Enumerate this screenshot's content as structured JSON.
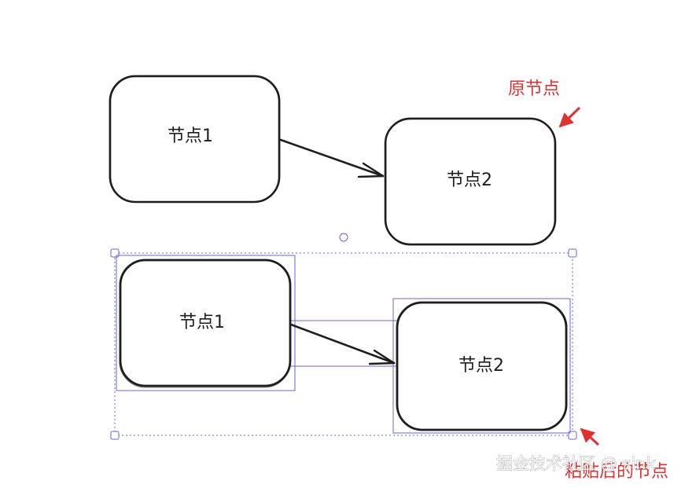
{
  "nodes": {
    "original_1": "节点1",
    "original_2": "节点2",
    "pasted_1": "节点1",
    "pasted_2": "节点2"
  },
  "annotations": {
    "original": "原节点",
    "pasted": "粘贴后的节点"
  },
  "watermark": "掘金技术社区 @ sink",
  "colors": {
    "stroke": "#1e1e1e",
    "annotation": "#e03131",
    "selection": "#6965db"
  }
}
